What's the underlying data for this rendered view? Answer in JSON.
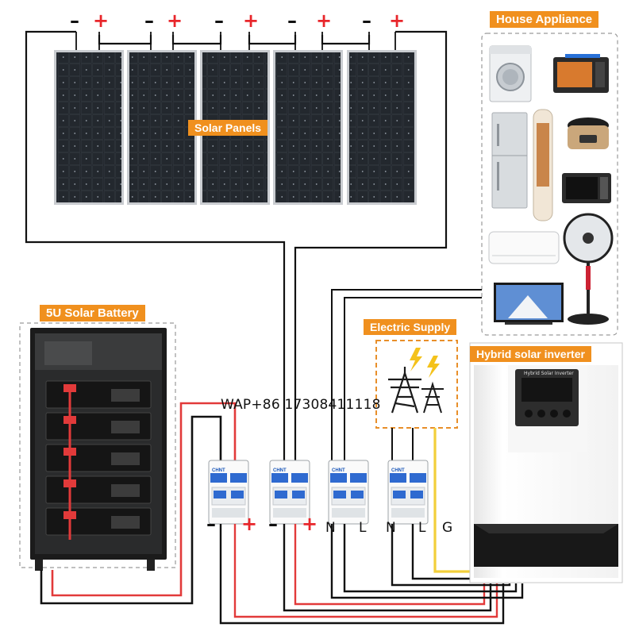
{
  "labels": {
    "solar_panels": "Solar Panels",
    "house_appliance": "House Appliance",
    "battery": "5U Solar Battery",
    "electric_supply": "Electric Supply",
    "inverter": "Hybrid solar inverter"
  },
  "watermark": "WAP+86 17308411118",
  "panel_polarity": {
    "neg": "–",
    "pos": "+"
  },
  "breaker_terminals": [
    "–",
    "+",
    "–",
    "+",
    "N",
    "L",
    "N",
    "L",
    "G"
  ],
  "inverter_screen_title": "Hybrid Solar Inverter",
  "breaker_brand": "CHNT",
  "colors": {
    "label_bg": "#f0901e",
    "wire_dc_negative": "#111111",
    "wire_dc_positive": "#e8262b",
    "wire_ground": "#f2cf3a",
    "panel_cell": "#1f2328"
  }
}
